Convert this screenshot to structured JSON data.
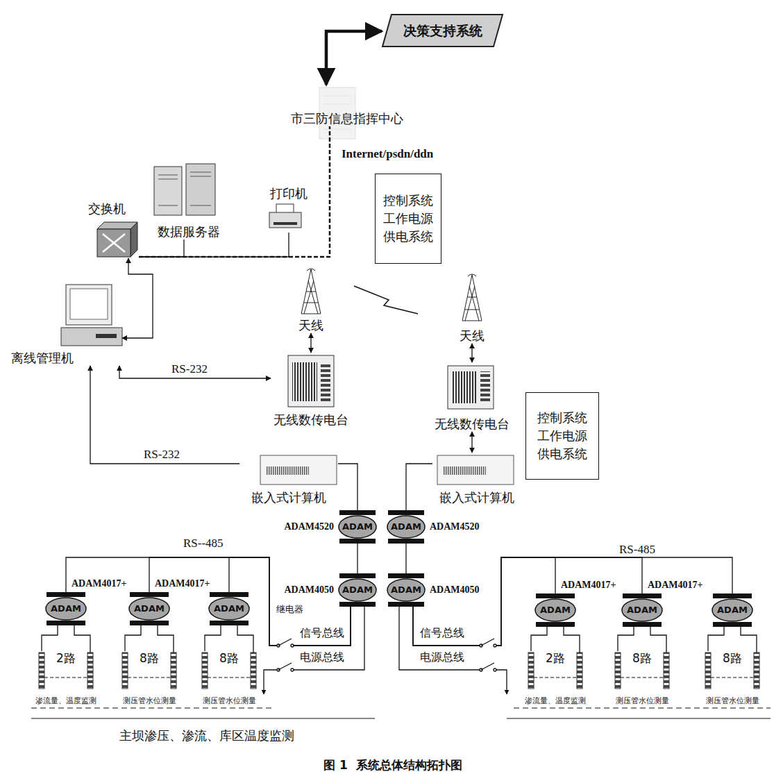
{
  "diagram": {
    "caption": "图 1  系统总体结构拓扑图",
    "nodes": [
      {
        "text": [
          "决策支持系统"
        ]
      },
      {
        "text": [
          "市三防信息指挥中心"
        ]
      },
      {
        "text": [
          "交换机"
        ]
      },
      {
        "text": [
          "数据服务器"
        ]
      },
      {
        "text": [
          "打印机"
        ]
      },
      {
        "text": [
          "控制系统 工作电源 供电系统"
        ]
      },
      {
        "text": [
          "天线"
        ]
      },
      {
        "text": [
          "天线"
        ]
      },
      {
        "text": [
          "离线管理机"
        ]
      },
      {
        "text": [
          "无线数传电台"
        ]
      },
      {
        "text": [
          "无线数传电台"
        ]
      },
      {
        "text": [
          "控制系统 工作电源 供电系统"
        ]
      },
      {
        "text": [
          "嵌入式计算机"
        ]
      },
      {
        "text": [
          "嵌入式计算机"
        ]
      },
      {
        "text": [
          "ADAM",
          "ADAM4520"
        ]
      },
      {
        "text": [
          "ADAM",
          "ADAM4520"
        ]
      },
      {
        "text": [
          "ADAM",
          "ADAM4050"
        ]
      },
      {
        "text": [
          "ADAM",
          "ADAM4050"
        ]
      },
      {
        "text": [
          "ADAM",
          "ADAM4017+"
        ]
      },
      {
        "text": [
          "ADAM",
          "ADAM4017+"
        ]
      },
      {
        "text": [
          "ADAM"
        ]
      },
      {
        "text": [
          "ADAM",
          "ADAM4017+"
        ]
      },
      {
        "text": [
          "ADAM",
          "ADAM4017+"
        ]
      },
      {
        "text": [
          "ADAM"
        ]
      },
      {
        "text": [
          "2路",
          "渗流量、温度监测"
        ]
      },
      {
        "text": [
          "8路",
          "测压管水位测量"
        ]
      },
      {
        "text": [
          "8路",
          "测压管水位测量"
        ]
      },
      {
        "text": [
          "2路",
          "渗流量、温度监测"
        ]
      },
      {
        "text": [
          "8路",
          "测压管水位测量"
        ]
      },
      {
        "text": [
          "8路",
          "测压管水位测量"
        ]
      }
    ],
    "edges": [
      {
        "from": 1,
        "to": 0,
        "arrow": "both"
      },
      {
        "from": 2,
        "to": 3,
        "arrow": "none"
      },
      {
        "from": 2,
        "to": 4,
        "arrow": "none"
      },
      {
        "from": 2,
        "to": 1,
        "arrow": "none"
      },
      {
        "from": 8,
        "to": 2,
        "arrow": "both"
      },
      {
        "from": 8,
        "to": 9,
        "arrow": "both",
        "label": "RS-232"
      },
      {
        "from": 6,
        "to": 9,
        "arrow": "both"
      },
      {
        "from": 7,
        "to": 10,
        "arrow": "both"
      },
      {
        "from": 12,
        "to": 8,
        "arrow": "to",
        "label": "RS-232"
      },
      {
        "from": 10,
        "to": 13,
        "arrow": "both"
      },
      {
        "from": 12,
        "to": 14,
        "arrow": "none"
      },
      {
        "from": 14,
        "to": 16,
        "arrow": "none"
      },
      {
        "from": 13,
        "to": 15,
        "arrow": "none"
      },
      {
        "from": 15,
        "to": 17,
        "arrow": "none"
      },
      {
        "from": 16,
        "to": 18,
        "arrow": "none"
      },
      {
        "from": 16,
        "to": 19,
        "arrow": "none"
      },
      {
        "from": 16,
        "to": 20,
        "arrow": "none"
      },
      {
        "from": 17,
        "to": 21,
        "arrow": "none"
      },
      {
        "from": 17,
        "to": 22,
        "arrow": "none"
      },
      {
        "from": 17,
        "to": 23,
        "arrow": "none"
      },
      {
        "from": 18,
        "to": 24,
        "arrow": "none"
      },
      {
        "from": 19,
        "to": 25,
        "arrow": "none"
      },
      {
        "from": 20,
        "to": 26,
        "arrow": "none"
      },
      {
        "from": 21,
        "to": 27,
        "arrow": "none"
      },
      {
        "from": 22,
        "to": 28,
        "arrow": "none"
      },
      {
        "from": 23,
        "to": 29,
        "arrow": "none"
      }
    ],
    "labels": [
      "Internet/psdn/ddn",
      "RS--485",
      "RS-485",
      "继电器",
      "信号总线",
      "信号总线",
      "电源总线",
      "电源总线",
      "主坝渗压、渗流、库区温度监测"
    ]
  }
}
